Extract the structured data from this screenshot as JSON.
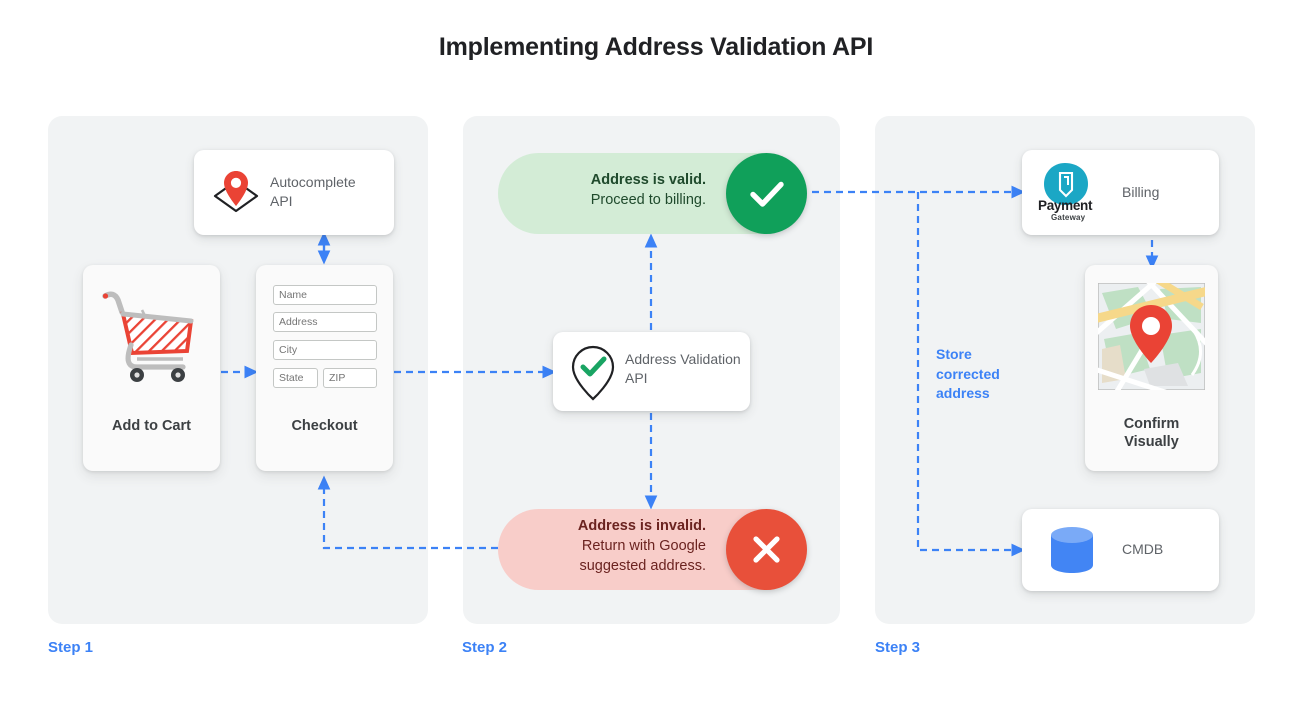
{
  "title": "Implementing Address Validation API",
  "colors": {
    "accent_blue": "#3c82f6",
    "panel_bg": "#f1f3f4",
    "valid_pill_bg": "#d3ecd6",
    "valid_circle": "#10a05a",
    "invalid_pill_bg": "#f8cdc9",
    "invalid_circle": "#e8503a",
    "pin_red": "#ea4335",
    "cmdb_blue": "#4285f4",
    "payment_teal": "#1ba7c5",
    "text_dark": "#3c4043",
    "text_muted": "#5f6368"
  },
  "steps": [
    {
      "label": "Step 1"
    },
    {
      "label": "Step 2"
    },
    {
      "label": "Step 3"
    }
  ],
  "step1": {
    "autocomplete": {
      "title": "Autocomplete API",
      "icon": "map-pin-diamond-icon"
    },
    "add_to_cart": {
      "label": "Add to Cart",
      "icon": "shopping-cart-icon"
    },
    "checkout": {
      "label": "Checkout",
      "fields": [
        {
          "name": "name",
          "placeholder": "Name"
        },
        {
          "name": "address",
          "placeholder": "Address"
        },
        {
          "name": "city",
          "placeholder": "City"
        },
        {
          "name": "state",
          "placeholder": "State"
        },
        {
          "name": "zip",
          "placeholder": "ZIP"
        }
      ]
    }
  },
  "step2": {
    "valid": {
      "headline": "Address is valid.",
      "detail": "Proceed to billing.",
      "icon": "check-circle-icon"
    },
    "validation_api": {
      "title": "Address Validation API",
      "icon": "pin-check-icon"
    },
    "invalid": {
      "headline": "Address is invalid.",
      "detail_line1": "Return with Google",
      "detail_line2": "suggested address.",
      "icon": "x-circle-icon"
    }
  },
  "step3": {
    "billing": {
      "label": "Billing",
      "logo_line1": "Payment",
      "logo_line2": "Gateway",
      "icon": "payment-gateway-icon"
    },
    "confirm": {
      "label_line1": "Confirm",
      "label_line2": "Visually",
      "icon": "map-thumbnail-icon"
    },
    "cmdb": {
      "label": "CMDB",
      "icon": "database-icon"
    },
    "store_note_line1": "Store",
    "store_note_line2": "corrected",
    "store_note_line3": "address"
  }
}
